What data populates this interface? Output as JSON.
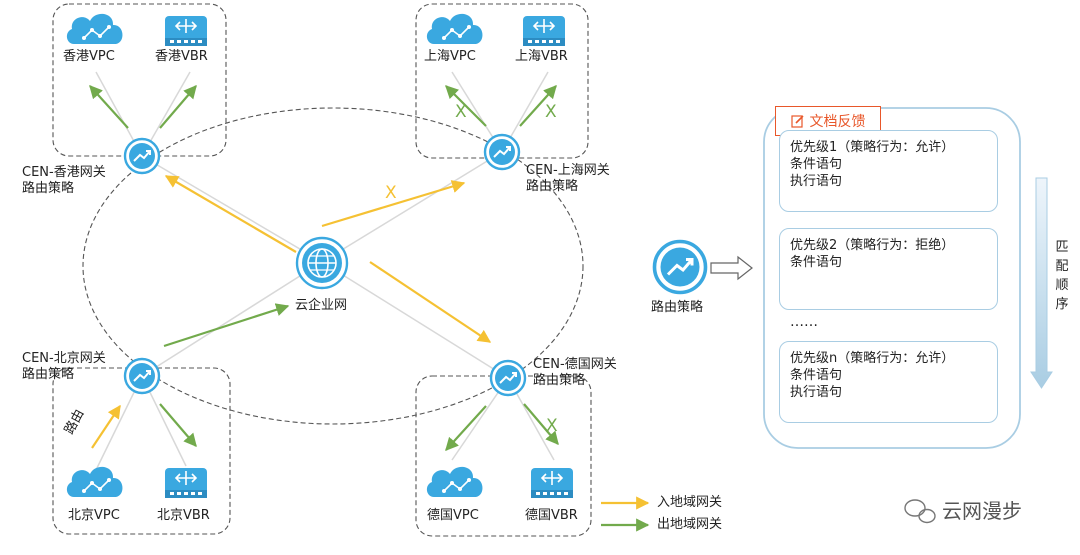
{
  "nodes": {
    "hk_vpc": "香港VPC",
    "hk_vbr": "香港VBR",
    "sh_vpc": "上海VPC",
    "sh_vbr": "上海VBR",
    "bj_vpc": "北京VPC",
    "bj_vbr": "北京VBR",
    "de_vpc": "德国VPC",
    "de_vbr": "德国VBR",
    "cen": "云企业网"
  },
  "gateways": {
    "hk": [
      "CEN-香港网关",
      "路由策略"
    ],
    "sh": [
      "CEN-上海网关",
      "路由策略"
    ],
    "bj": [
      "CEN-北京网关",
      "路由策略"
    ],
    "de": [
      "CEN-德国网关",
      "路由策略"
    ]
  },
  "marks": {
    "blocked": "X",
    "route_label": "路由"
  },
  "legend": {
    "inbound": "入地域网关",
    "outbound": "出地域网关"
  },
  "policy": {
    "label": "路由策略",
    "feedback_button": "文档反馈",
    "rules": [
      {
        "title": "优先级1（策略行为：允许）",
        "lines": [
          "条件语句",
          "执行语句"
        ]
      },
      {
        "title": "优先级2（策略行为：拒绝）",
        "lines": [
          "条件语句"
        ]
      },
      {
        "title": "优先级n（策略行为：允许）",
        "lines": [
          "条件语句",
          "执行语句"
        ]
      }
    ],
    "ellipsis": "……",
    "order_label": [
      "匹",
      "配",
      "顺",
      "序"
    ]
  },
  "watermark": "云网漫步",
  "colors": {
    "inbound": "#f5c133",
    "outbound": "#72aa4c",
    "icon_blue": "#3aa8e0",
    "frame": "#a9cde3"
  }
}
